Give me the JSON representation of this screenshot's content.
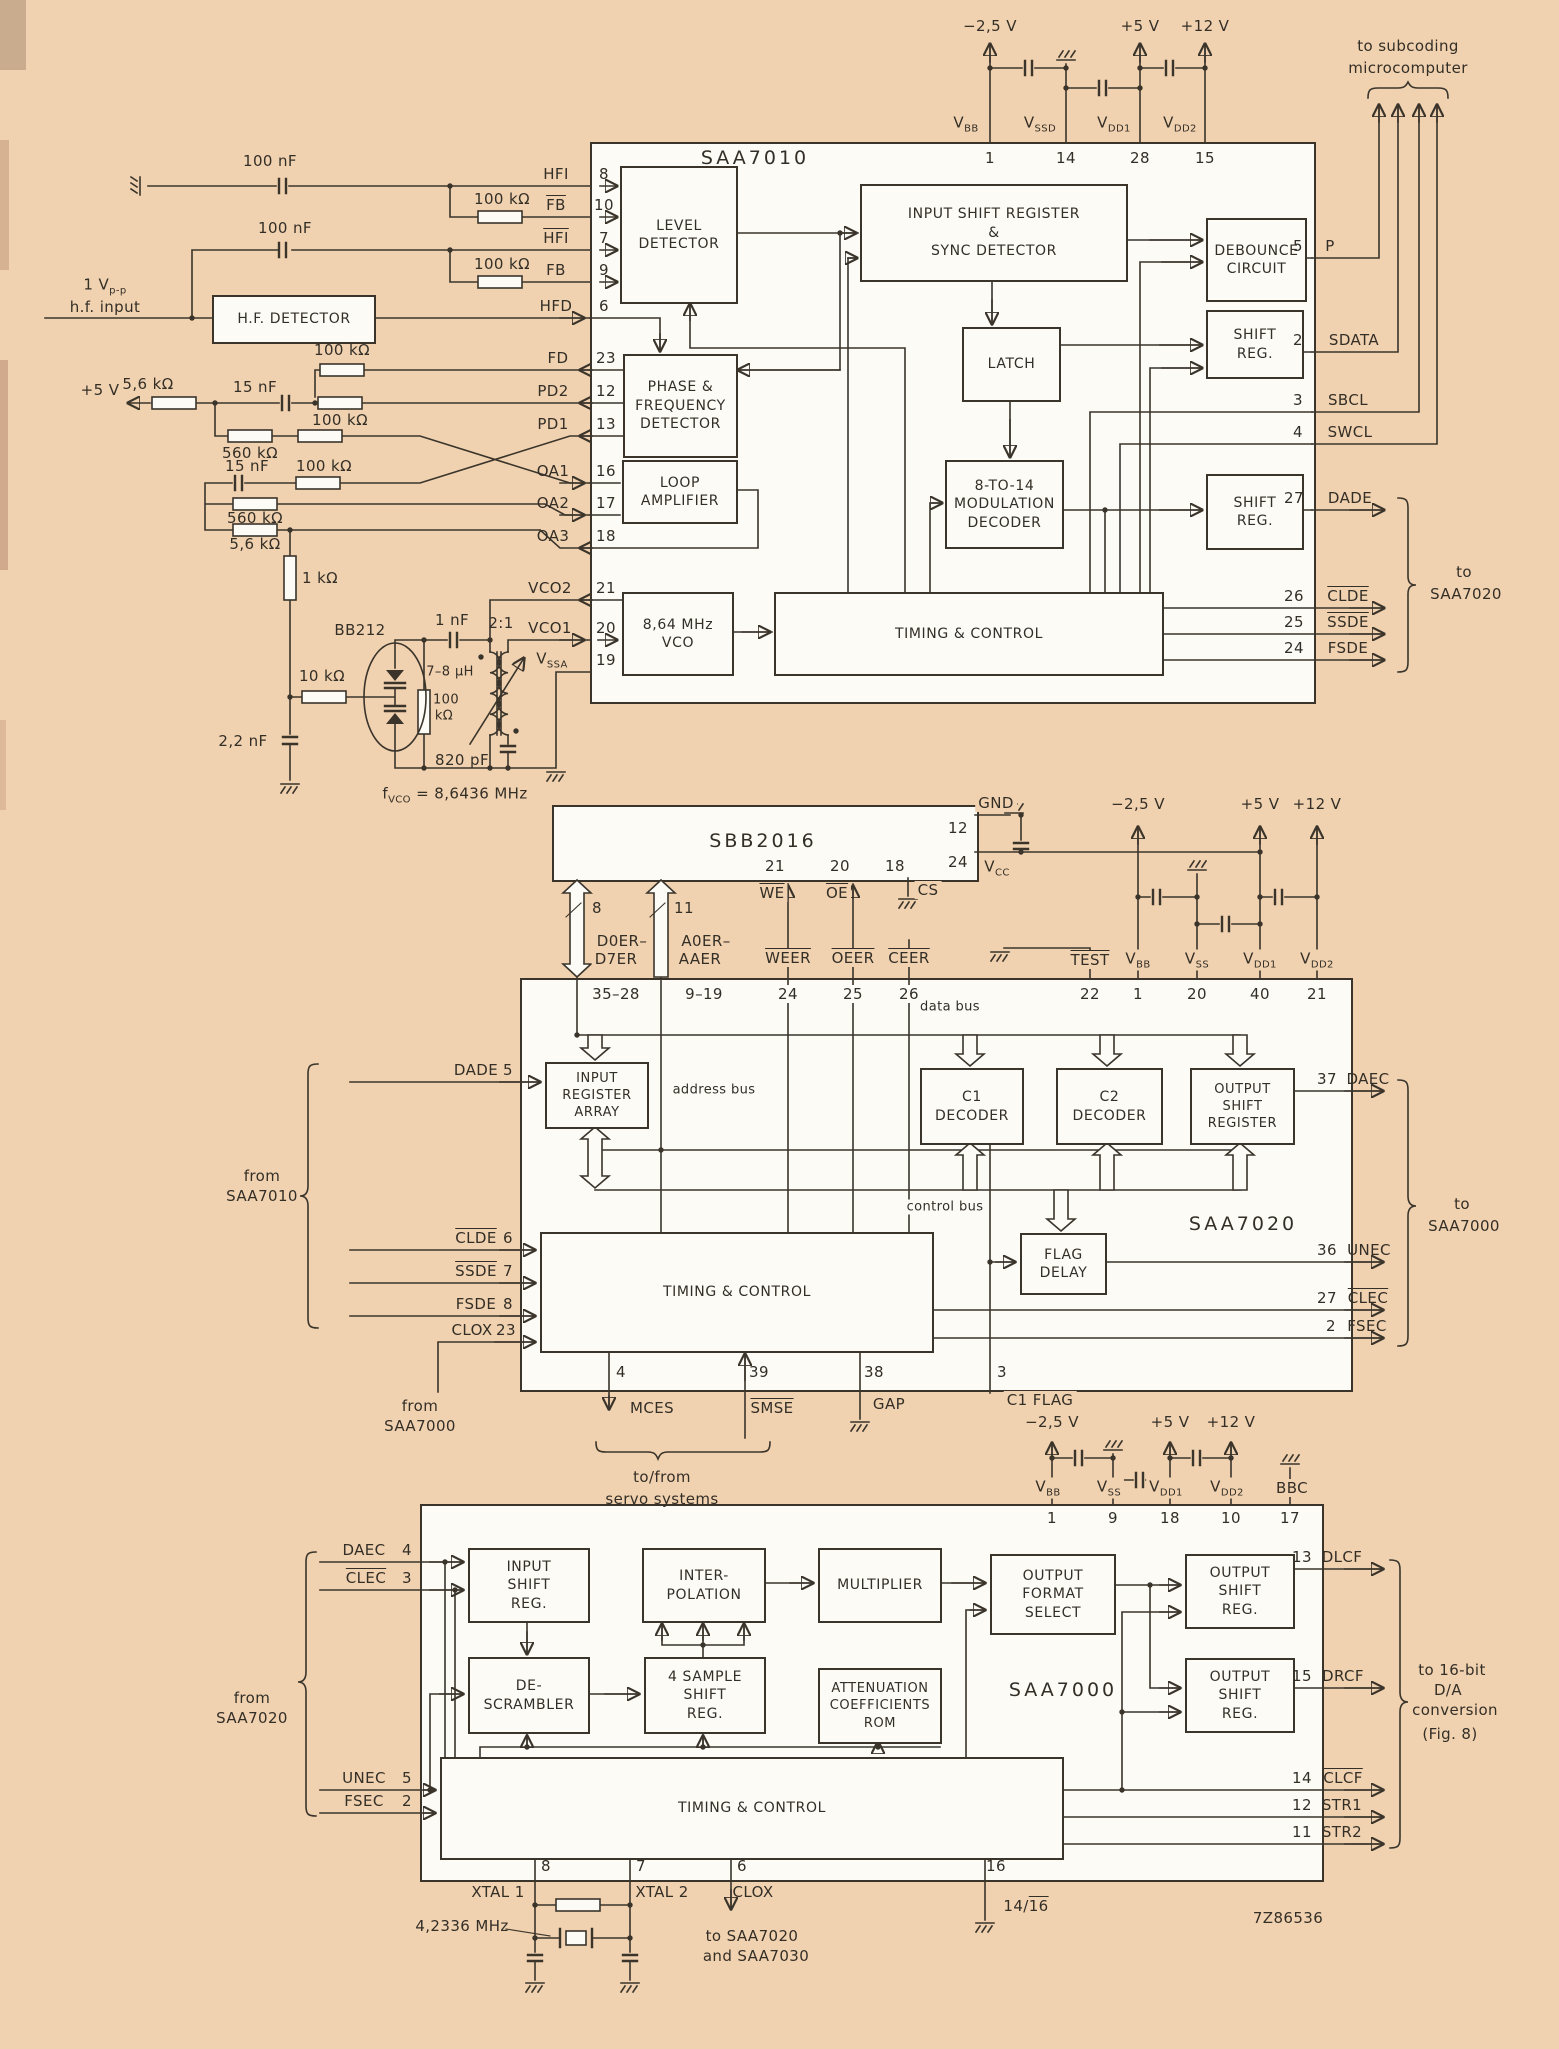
{
  "colors": {
    "bg": "#f1d2b0",
    "ink": "#3a342b",
    "chip": "#fcfbf6"
  },
  "misc": {
    "code": "7Z86536",
    "data_bus": "data bus",
    "address_bus": "address bus",
    "control_bus": "control bus"
  },
  "ann": {
    "subcoding1": "to subcoding",
    "subcoding2": "microcomputer",
    "to7020_1": "to",
    "to7020_2": "SAA7020",
    "from7010_1": "from",
    "from7010_2": "SAA7010",
    "from7000_1": "from",
    "from7000_2": "SAA7000",
    "to7000_1": "to",
    "to7000_2": "SAA7000",
    "servo1": "to/from",
    "servo2": "servo systems",
    "from7020_1": "from",
    "from7020_2": "SAA7020",
    "toda1": "to 16-bit",
    "toda2": "D/A",
    "toda3": "conversion",
    "toda4": "(Fig. 8)",
    "toclk1": "to SAA7020",
    "toclk2": "and SAA7030",
    "hfin1": {
      "pre": "1 V",
      "sub": "p-p"
    },
    "hfin2": "h.f. input",
    "fvco": {
      "pre": "f",
      "sub": "VCO",
      "post": " = 8,6436 MHz"
    },
    "xtal_freq": "4,2336 MHz"
  },
  "power": {
    "neg": "−2,5 V",
    "p5": "+5 V",
    "p12": "+12 V",
    "p5l": "+5 V"
  },
  "parts": {
    "c100n_1": "100 nF",
    "c100n_2": "100 nF",
    "r100k_1": "100 kΩ",
    "r100k_2": "100 kΩ",
    "r100k_fd": "100 kΩ",
    "r56k_1": "5,6 kΩ",
    "c15n_1": "15 nF",
    "r100k_pd": "100 kΩ",
    "r560k_1": "560 kΩ",
    "c15n_2": "15 nF",
    "r100k_oa": "100 kΩ",
    "r560k_2": "560 kΩ",
    "r56k_2": "5,6 kΩ",
    "r1k": "1 kΩ",
    "r10k": "10 kΩ",
    "c2n2": "2,2 nF",
    "bb212": "BB212",
    "c1n": "1 nF",
    "ratio": "2:1",
    "l78": "7–8 µH",
    "r100kv1": "100",
    "r100kv2": "kΩ",
    "c820p": "820 pF",
    "hfdet": "H.F. DETECTOR"
  },
  "p10": {
    "title": "SAA7010",
    "blocks": {
      "level": [
        "LEVEL",
        "DETECTOR"
      ],
      "isr": [
        "INPUT SHIFT REGISTER",
        "&",
        "SYNC DETECTOR"
      ],
      "latch": [
        "LATCH"
      ],
      "pfd": [
        "PHASE &",
        "FREQUENCY",
        "DETECTOR"
      ],
      "mod": [
        "8-TO-14",
        "MODULATION",
        "DECODER"
      ],
      "loop": [
        "LOOP",
        "AMPLIFIER"
      ],
      "vco": [
        "8,64 MHz",
        "VCO"
      ],
      "tc": [
        "TIMING & CONTROL"
      ],
      "deb": [
        "DEBOUNCE",
        "CIRCUIT"
      ],
      "sr1": [
        "SHIFT",
        "REG."
      ],
      "sr2": [
        "SHIFT",
        "REG."
      ]
    },
    "lp": [
      {
        "t": "HFI",
        "n": "8"
      },
      {
        "t": "FB",
        "n": "10"
      },
      {
        "t": "HFI",
        "n": "7"
      },
      {
        "t": "FB",
        "n": "9"
      },
      {
        "t": "HFD",
        "n": "6"
      },
      {
        "t": "FD",
        "n": "23"
      },
      {
        "t": "PD2",
        "n": "12"
      },
      {
        "t": "PD1",
        "n": "13"
      },
      {
        "t": "OA1",
        "n": "16"
      },
      {
        "t": "OA2",
        "n": "17"
      },
      {
        "t": "OA3",
        "n": "18"
      },
      {
        "t": "VCO2",
        "n": "21"
      },
      {
        "t": "VCO1",
        "n": "20"
      },
      {
        "pre": "V",
        "sub": "SSA",
        "n": "19"
      }
    ],
    "tp": [
      {
        "pre": "V",
        "sub": "BB",
        "n": "1"
      },
      {
        "pre": "V",
        "sub": "SSD",
        "n": "14"
      },
      {
        "pre": "V",
        "sub": "DD1",
        "n": "28"
      },
      {
        "pre": "V",
        "sub": "DD2",
        "n": "15"
      }
    ],
    "rp": [
      {
        "n": "5",
        "t": "P"
      },
      {
        "n": "2",
        "t": "SDATA"
      },
      {
        "n": "3",
        "t": "SBCL"
      },
      {
        "n": "4",
        "t": "SWCL"
      },
      {
        "n": "27",
        "t": "DADE"
      },
      {
        "n": "26",
        "t": "CLDE"
      },
      {
        "n": "25",
        "t": "SSDE"
      },
      {
        "n": "24",
        "t": "FSDE"
      }
    ]
  },
  "ram": {
    "title": "SBB2016",
    "gnd": "GND",
    "gnd_n": "12",
    "vcc": {
      "pre": "V",
      "sub": "CC"
    },
    "vcc_n": "24",
    "we": "WE",
    "we_n": "21",
    "oe": "OE",
    "oe_n": "20",
    "cs": "CS",
    "cs_n": "18",
    "dcount": "8",
    "acount": "11",
    "dbus1": "D0ER–",
    "dbus2": "D7ER",
    "abus1": "A0ER–",
    "abus2": "AAER",
    "dpins": "35–28",
    "apins": "9–19",
    "weer": "WEER",
    "weer_n": "24",
    "oeer": "OEER",
    "oeer_n": "25",
    "ceer": "CEER",
    "ceer_n": "26"
  },
  "p20": {
    "title": "SAA7020",
    "blocks": {
      "ira": [
        "INPUT",
        "REGISTER",
        "ARRAY"
      ],
      "c1": [
        "C1",
        "DECODER"
      ],
      "c2": [
        "C2",
        "DECODER"
      ],
      "osr": [
        "OUTPUT",
        "SHIFT",
        "REGISTER"
      ],
      "tc": [
        "TIMING & CONTROL"
      ],
      "fd": [
        "FLAG",
        "DELAY"
      ]
    },
    "tp": [
      {
        "t": "TEST",
        "n": "22"
      },
      {
        "pre": "V",
        "sub": "BB",
        "n": "1"
      },
      {
        "pre": "V",
        "sub": "SS",
        "n": "20"
      },
      {
        "pre": "V",
        "sub": "DD1",
        "n": "40"
      },
      {
        "pre": "V",
        "sub": "DD2",
        "n": "21"
      }
    ],
    "lp": [
      {
        "t": "DADE",
        "n": "5"
      },
      {
        "t": "CLDE",
        "n": "6"
      },
      {
        "t": "SSDE",
        "n": "7"
      },
      {
        "t": "FSDE",
        "n": "8"
      },
      {
        "t": "CLOX",
        "n": "23"
      }
    ],
    "rp": [
      {
        "n": "37",
        "t": "DAEC"
      },
      {
        "n": "36",
        "t": "UNEC"
      },
      {
        "n": "27",
        "t": "CLEC"
      },
      {
        "n": "2",
        "t": "FSEC"
      }
    ],
    "bp": [
      {
        "n": "4",
        "t": "MCES"
      },
      {
        "n": "39",
        "t": "SMSE"
      },
      {
        "n": "38",
        "t": "GAP"
      },
      {
        "n": "3",
        "t": "C1 FLAG"
      }
    ]
  },
  "p00": {
    "title": "SAA7000",
    "blocks": {
      "isr": [
        "INPUT",
        "SHIFT",
        "REG."
      ],
      "intp": [
        "INTER-",
        "POLATION"
      ],
      "mult": [
        "MULTIPLIER"
      ],
      "ofs": [
        "OUTPUT",
        "FORMAT",
        "SELECT"
      ],
      "osr1": [
        "OUTPUT",
        "SHIFT",
        "REG."
      ],
      "osr2": [
        "OUTPUT",
        "SHIFT",
        "REG."
      ],
      "descr": [
        "DE-",
        "SCRAMBLER"
      ],
      "sssr": [
        "4 SAMPLE",
        "SHIFT",
        "REG."
      ],
      "rom": [
        "ATTENUATION",
        "COEFFICIENTS",
        "ROM"
      ],
      "tc": [
        "TIMING & CONTROL"
      ]
    },
    "tp": [
      {
        "pre": "V",
        "sub": "BB",
        "n": "1"
      },
      {
        "pre": "V",
        "sub": "SS",
        "n": "9"
      },
      {
        "pre": "V",
        "sub": "DD1",
        "n": "18"
      },
      {
        "pre": "V",
        "sub": "DD2",
        "n": "10"
      },
      {
        "t": "BBC",
        "n": "17"
      }
    ],
    "lp": [
      {
        "t": "DAEC",
        "n": "4"
      },
      {
        "t": "CLEC",
        "n": "3"
      },
      {
        "t": "UNEC",
        "n": "5"
      },
      {
        "t": "FSEC",
        "n": "2"
      }
    ],
    "rp": [
      {
        "n": "13",
        "t": "DLCF"
      },
      {
        "n": "15",
        "t": "DRCF"
      },
      {
        "n": "14",
        "t": "CLCF"
      },
      {
        "n": "12",
        "t": "STR1"
      },
      {
        "n": "11",
        "t": "STR2"
      }
    ],
    "bp": [
      {
        "n": "8",
        "t": "XTAL 1"
      },
      {
        "n": "7",
        "t": "XTAL 2"
      },
      {
        "n": "6",
        "t": "CLOX"
      },
      {
        "n": "16",
        "pre": "14/",
        "ovt": "16"
      }
    ]
  }
}
